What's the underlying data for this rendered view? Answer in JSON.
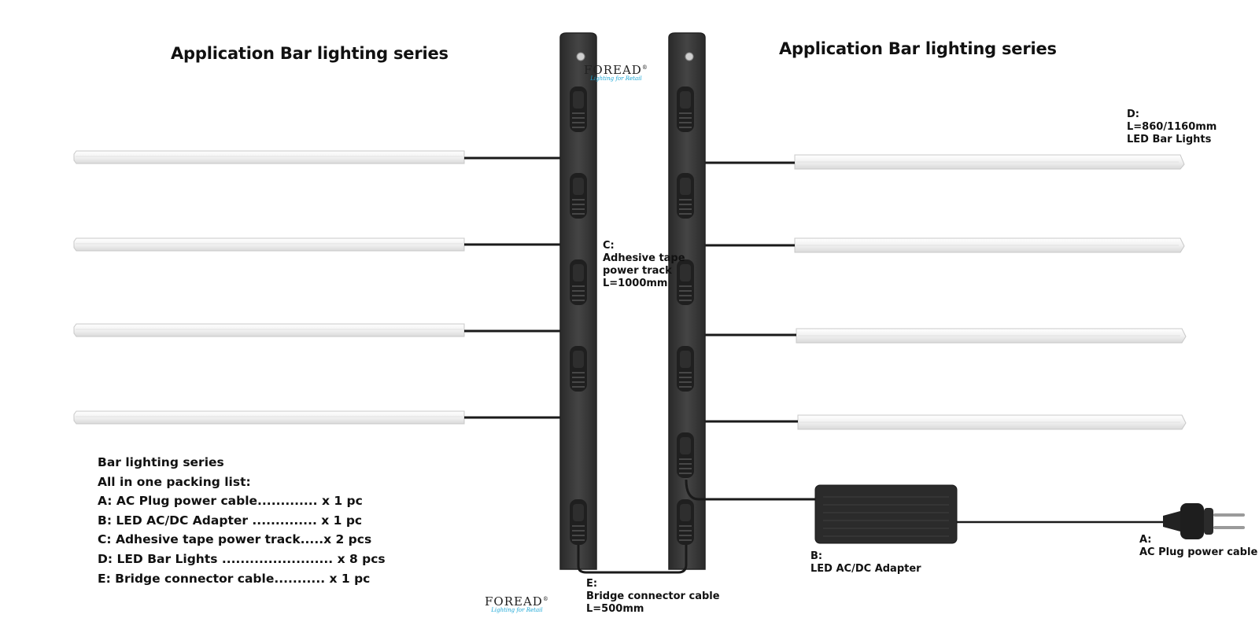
{
  "titles": {
    "left": "Application Bar lighting series",
    "right": "Application Bar lighting series"
  },
  "brand": {
    "name": "FOREAD",
    "mark": "®",
    "tagline": "Lighting for Retail"
  },
  "labels": {
    "track": [
      "C:",
      "Adhesive tape",
      "power track",
      "L=1000mm"
    ],
    "bars": [
      "D:",
      "L=860/1160mm",
      "LED Bar Lights"
    ],
    "bridge": [
      "E:",
      "Bridge connector cable",
      "L=500mm"
    ],
    "adapter": [
      "B:",
      "LED AC/DC Adapter"
    ],
    "plug": [
      "A:",
      "AC Plug power cable"
    ]
  },
  "packing_list": {
    "heading_1": "Bar lighting series",
    "heading_2": "All in one packing list:",
    "items": [
      "A:  AC Plug power cable............. x 1 pc",
      "B:   LED AC/DC Adapter .............. x 1 pc",
      "C:  Adhesive tape power track.....x 2 pcs",
      "D:  LED Bar Lights ........................ x 8 pcs",
      "E:  Bridge connector cable........... x 1 pc"
    ]
  },
  "colors": {
    "track": "#3a3a3a",
    "track_edge": "#232323",
    "cable": "#1a1a1a",
    "bar_fill": "#f4f4f4",
    "bar_edge": "#c8c8c8",
    "adapter": "#2b2b2b",
    "tagline": "#1aa7d6"
  }
}
